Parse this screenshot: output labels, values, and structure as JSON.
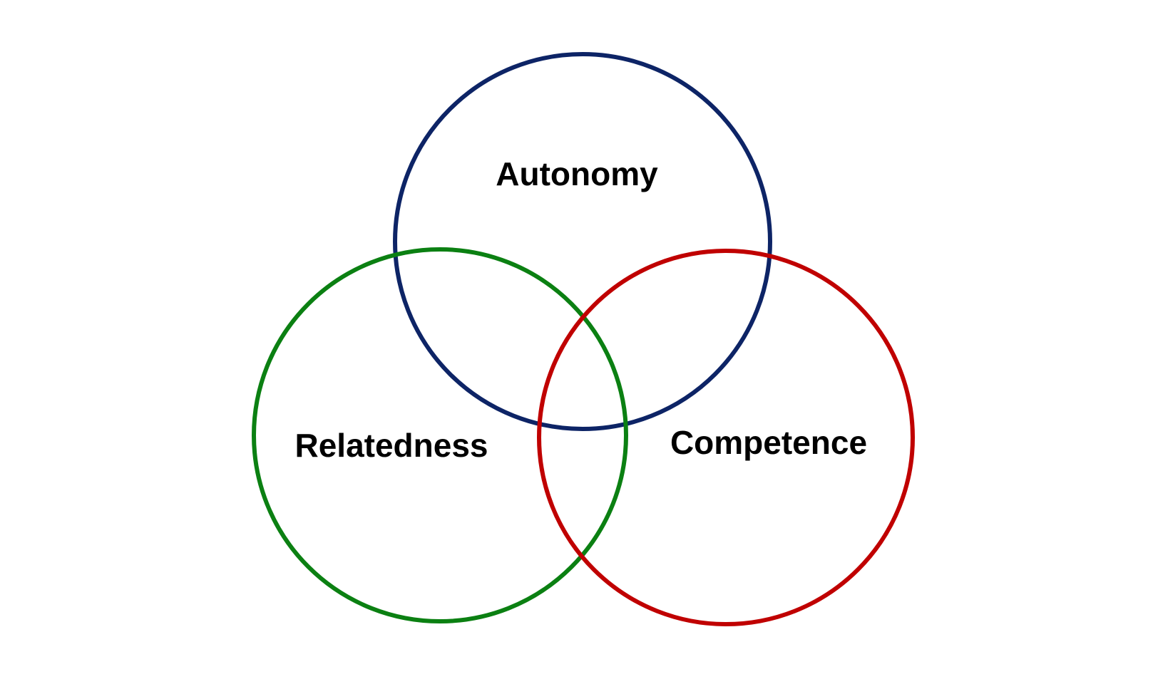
{
  "diagram": {
    "sets": [
      {
        "id": "autonomy",
        "label": "Autonomy",
        "color": "#0d2466"
      },
      {
        "id": "relatedness",
        "label": "Relatedness",
        "color": "#0b8012"
      },
      {
        "id": "competence",
        "label": "Competence",
        "color": "#c00000"
      }
    ]
  }
}
